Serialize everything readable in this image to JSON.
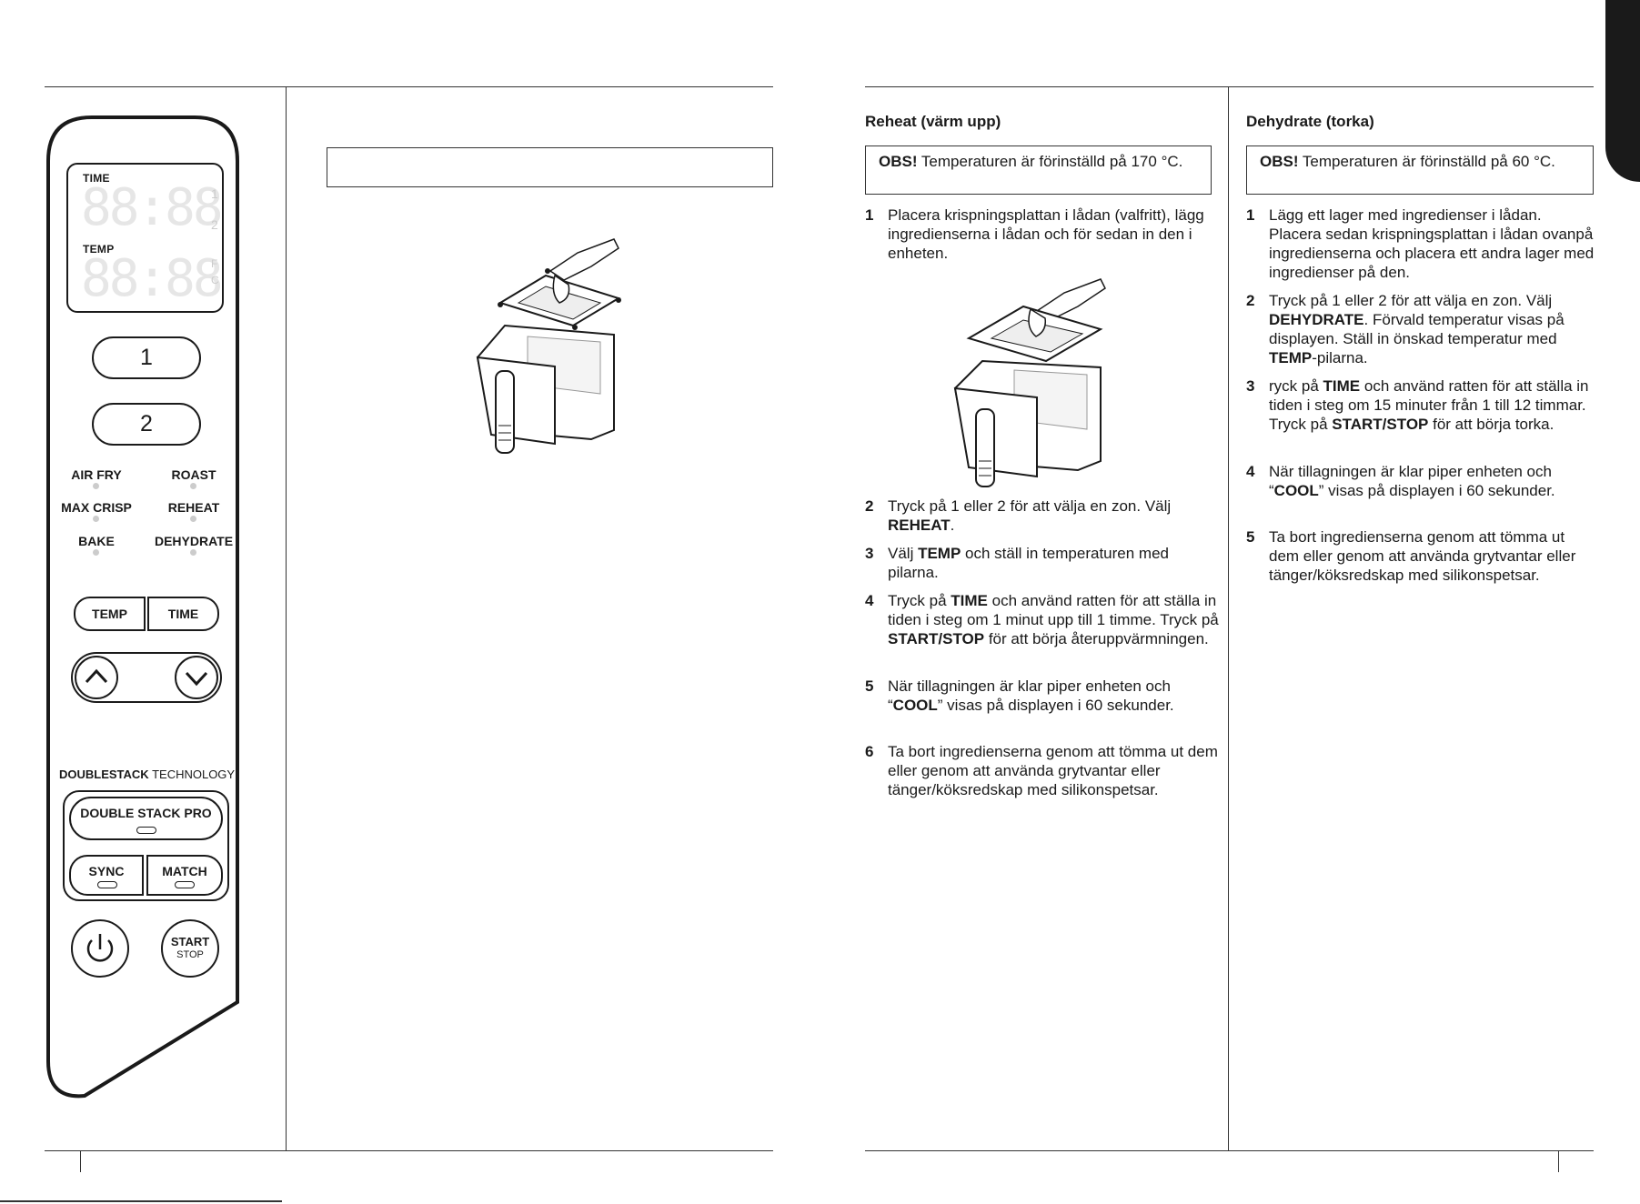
{
  "panel": {
    "lcd": {
      "time_label": "TIME",
      "temp_label": "TEMP",
      "digits": "88:88",
      "zone1": "1",
      "zone2": "2",
      "unit_f": "F",
      "unit_c": "C"
    },
    "zone_buttons": [
      "1",
      "2"
    ],
    "modes": [
      {
        "left": "AIR FRY",
        "right": "ROAST"
      },
      {
        "left": "MAX CRISP",
        "right": "REHEAT"
      },
      {
        "left": "BAKE",
        "right": "DEHYDRATE"
      }
    ],
    "temp_button": "TEMP",
    "time_button": "TIME",
    "brand_bold": "DOUBLESTACK",
    "brand_regular": " TECHNOLOGY",
    "double_stack_button": "DOUBLE STACK PRO",
    "sync_button": "SYNC",
    "match_button": "MATCH",
    "start_label": "START",
    "stop_label": "STOP"
  },
  "reheat": {
    "heading": "Reheat (värm upp)",
    "obs_bold": "OBS!",
    "obs_text": " Temperaturen är förinställd på 170 °C.",
    "steps": [
      {
        "num": "1",
        "html": "Placera krispningsplattan i lådan (valfritt), lägg ingredienserna i lådan och för sedan in den i enheten."
      },
      {
        "num": "2",
        "html": "Tryck på 1 eller 2 för att välja en zon. Välj <b>REHEAT</b>."
      },
      {
        "num": "3",
        "html": "Välj <b>TEMP</b> och ställ in temperaturen med pilarna."
      },
      {
        "num": "4",
        "html": "Tryck på <b>TIME</b> och använd ratten för att ställa in tiden i steg om 1 minut upp till 1 timme. Tryck på <b>START/STOP</b> för att börja återuppvärmningen."
      },
      {
        "num": "5",
        "html": "När tillagningen är klar piper enheten och “<b>COOL</b>” visas på displayen i 60 sekunder."
      },
      {
        "num": "6",
        "html": "Ta bort ingredienserna genom att tömma ut dem eller genom att använda grytvantar eller tänger/köksredskap med silikonspetsar."
      }
    ]
  },
  "dehydrate": {
    "heading": "Dehydrate (torka)",
    "obs_bold": "OBS!",
    "obs_text": " Temperaturen är förinställd på 60 °C.",
    "steps": [
      {
        "num": "1",
        "html": "Lägg ett lager med ingredienser i lådan. Placera sedan krispningsplattan i lådan ovanpå ingredienserna och placera ett andra lager med ingredienser på den."
      },
      {
        "num": "2",
        "html": "Tryck på 1 eller 2 för att välja en zon. Välj <b>DEHYDRATE</b>. Förvald temperatur visas på displayen. Ställ in önskad temperatur med <b>TEMP</b>-pilarna."
      },
      {
        "num": "3",
        "html": "ryck på <b>TIME</b> och använd ratten för att ställa in tiden i steg om 15 minuter från 1 till 12 timmar. Tryck på <b>START/STOP</b> för att börja torka."
      },
      {
        "num": "4",
        "html": "När tillagningen är klar piper enheten och “<b>COOL</b>” visas på displayen i 60 sekunder."
      },
      {
        "num": "5",
        "html": "Ta bort ingredienserna genom att tömma ut dem eller genom att använda grytvantar eller tänger/köksredskap med silikonspetsar."
      }
    ]
  }
}
